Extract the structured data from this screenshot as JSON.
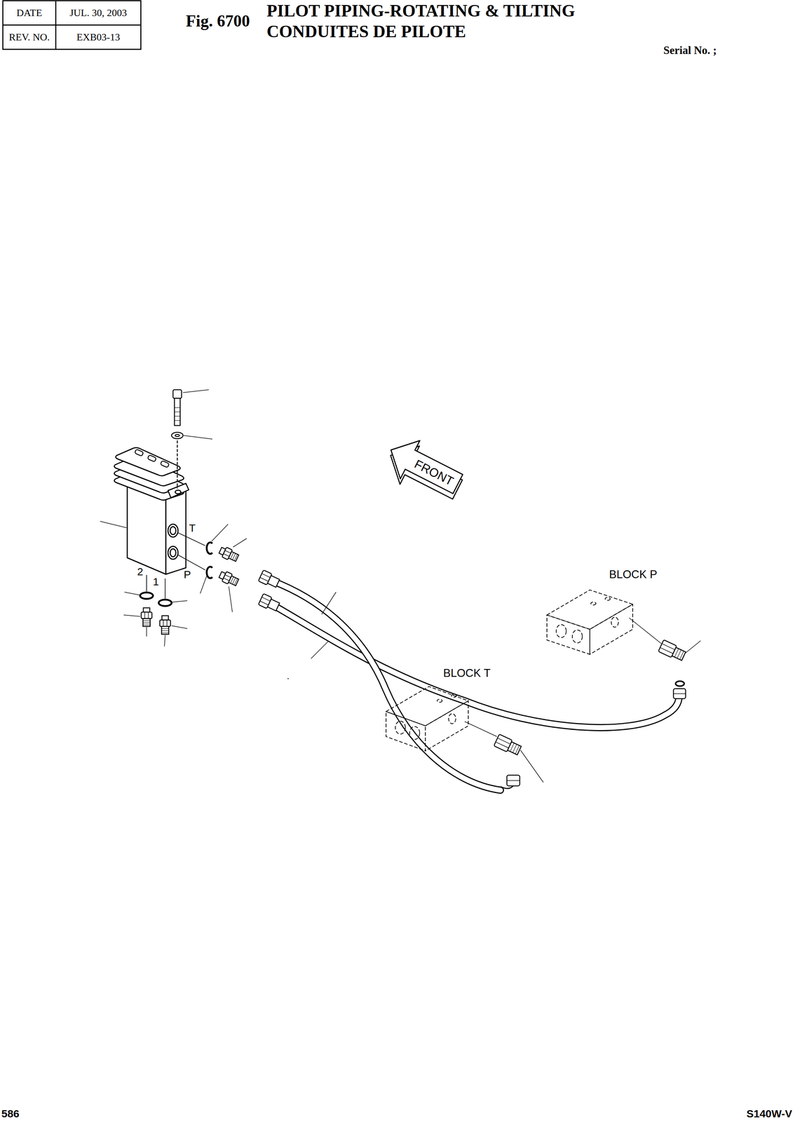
{
  "diagram": {
    "title": "PILOT PIPING-ROTATING & TILTING",
    "labels": [
      "DATE",
      "JUL. 30, 2003",
      "REV. NO.",
      "EXB03-13",
      "Fig. 6700",
      "CONDUITES DE PILOTE",
      "Serial No. ;",
      "FRONT",
      "T",
      "P",
      "2",
      "1",
      "BLOCK P",
      "BLOCK T",
      "586",
      "S140W-V"
    ]
  }
}
